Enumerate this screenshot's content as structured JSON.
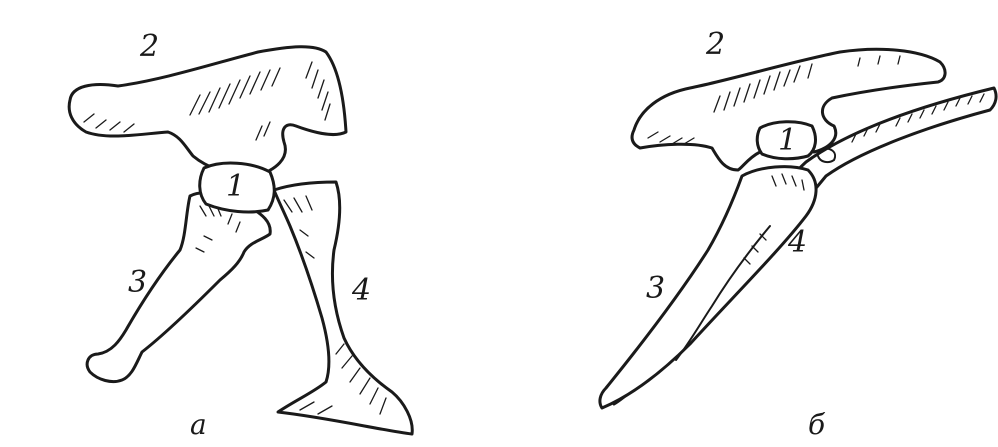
{
  "panels": [
    {
      "caption": "а",
      "labels": {
        "acetabulum": "1",
        "ilium": "2",
        "ischium": "3",
        "pubis": "4"
      }
    },
    {
      "caption": "б",
      "labels": {
        "acetabulum": "1",
        "ilium": "2",
        "ischium": "3",
        "pubis": "4"
      }
    }
  ]
}
